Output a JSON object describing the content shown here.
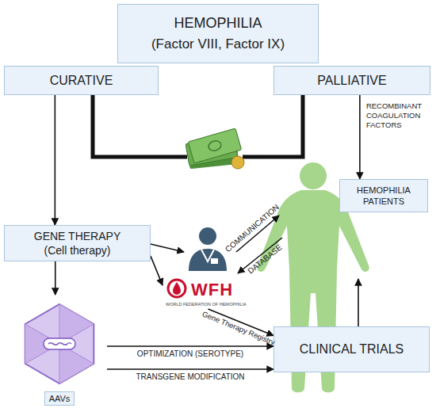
{
  "diagram": {
    "nodes": [
      {
        "text": [
          "HEMOPHILIA",
          "(Factor VIII, Factor IX)"
        ]
      },
      {
        "text": [
          "CURATIVE"
        ]
      },
      {
        "text": [
          "PALLIATIVE"
        ]
      },
      {
        "text": [
          "HEMOPHILIA PATIENTS"
        ]
      },
      {
        "text": [
          "GENE THERAPY",
          "(Cell therapy)"
        ]
      },
      {
        "text": [
          "WFH",
          "WORLD FEDERATION OF HEMOPHILIA"
        ]
      },
      {
        "text": [
          "CLINICAL TRIALS"
        ]
      },
      {
        "text": [
          "AAVs"
        ]
      }
    ],
    "edges": [
      {
        "from": 2,
        "to": 3,
        "arrow": "to",
        "label": "RECOMBINANT COAGULATION FACTORS"
      },
      {
        "from": 1,
        "to": 4,
        "arrow": "to"
      },
      {
        "from": 4,
        "to": 5,
        "arrow": "to"
      },
      {
        "from": 4,
        "to": 7,
        "arrow": "to"
      },
      {
        "from": 5,
        "to": 6,
        "arrow": "to",
        "label": "Gene Therapy Registry"
      },
      {
        "from": 7,
        "to": 6,
        "arrow": "to",
        "label": "OPTIMIZATION (SEROTYPE)"
      },
      {
        "from": 7,
        "to": 6,
        "arrow": "to",
        "label": "TRANSGENE MODIFICATION"
      }
    ],
    "labels": [
      "COMMUNICATION",
      "DATABASE"
    ]
  }
}
